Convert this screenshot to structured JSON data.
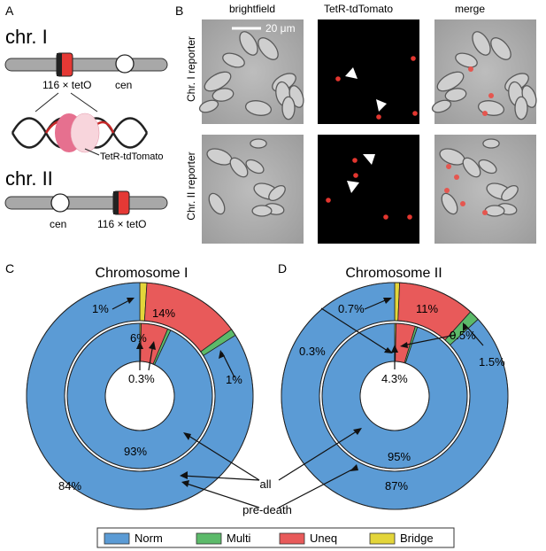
{
  "panelA": {
    "letter": "A",
    "chr1_title": "chr. I",
    "chr1_tetO": "116 × tetO",
    "chr1_cen": "cen",
    "protein_label": "TetR-tdTomato",
    "chr2_title": "chr. II",
    "chr2_cen": "cen",
    "chr2_tetO": "116 × tetO"
  },
  "panelB": {
    "letter": "B",
    "col_brightfield": "brightfield",
    "col_tetr": "TetR-tdTomato",
    "col_merge": "merge",
    "scale_bar": "20 μm",
    "row1_label": "Chr. I reporter",
    "row2_label": "Chr. II reporter"
  },
  "panelC": {
    "letter": "C"
  },
  "panelD": {
    "letter": "D"
  },
  "annotations": {
    "all": "all",
    "pre_death": "pre-death"
  },
  "legend": [
    {
      "label": "Norm",
      "color": "#5b9bd5"
    },
    {
      "label": "Multi",
      "color": "#5cba6a"
    },
    {
      "label": "Uneq",
      "color": "#e85a5a"
    },
    {
      "label": "Bridge",
      "color": "#e3d53a"
    }
  ],
  "colors": {
    "norm": "#5b9bd5",
    "multi": "#5cba6a",
    "uneq": "#e85a5a",
    "bridge": "#e3d53a",
    "centromere": "#ffffff",
    "tet": "#e53935"
  },
  "chart_data": [
    {
      "type": "pie",
      "title": "Chromosome I",
      "rings": [
        {
          "name": "pre-death",
          "categories": [
            "Bridge",
            "Uneq",
            "Multi",
            "Norm"
          ],
          "values": [
            1,
            14,
            1,
            84
          ]
        },
        {
          "name": "all",
          "categories": [
            "Bridge",
            "Uneq",
            "Multi",
            "Norm"
          ],
          "values": [
            0.3,
            6,
            0.7,
            93
          ]
        }
      ],
      "labels": {
        "outer_bridge": "1%",
        "outer_uneq": "14%",
        "outer_multi": "1%",
        "outer_norm": "84%",
        "inner_uneq": "6%",
        "inner_bridge": "0.3%",
        "inner_norm": "93%"
      }
    },
    {
      "type": "pie",
      "title": "Chromosome II",
      "rings": [
        {
          "name": "pre-death",
          "categories": [
            "Bridge",
            "Uneq",
            "Multi",
            "Norm"
          ],
          "values": [
            0.7,
            11,
            1.5,
            87
          ]
        },
        {
          "name": "all",
          "categories": [
            "Bridge",
            "Uneq",
            "Multi",
            "Norm"
          ],
          "values": [
            0.3,
            4.3,
            0.5,
            95
          ]
        }
      ],
      "labels": {
        "outer_bridge": "0.7%",
        "outer_uneq": "11%",
        "outer_multi": "1.5%",
        "outer_norm": "87%",
        "inner_bridge": "0.3%",
        "inner_multi": "0.5%",
        "inner_uneq": "4.3%",
        "inner_norm": "95%"
      }
    }
  ]
}
